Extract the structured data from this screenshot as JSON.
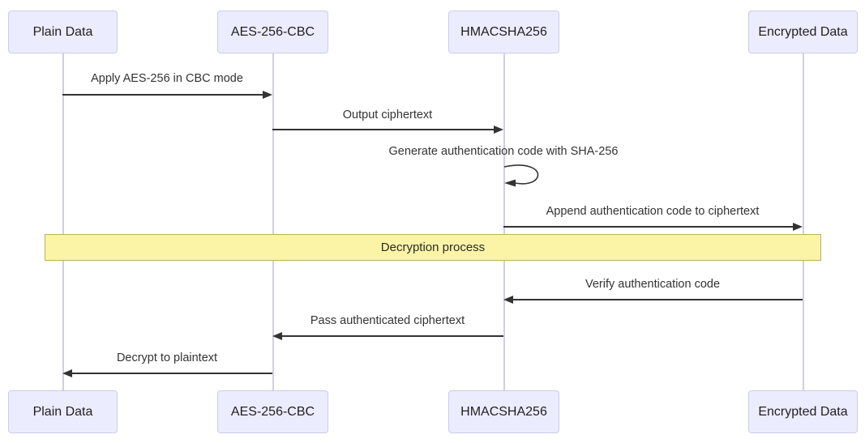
{
  "diagram": {
    "type": "sequence-diagram",
    "actors": [
      {
        "id": "plain-data",
        "label": "Plain Data"
      },
      {
        "id": "aes-256-cbc",
        "label": "AES-256-CBC"
      },
      {
        "id": "hmacsha256",
        "label": "HMACSHA256"
      },
      {
        "id": "encrypted-data",
        "label": "Encrypted Data"
      }
    ],
    "messages": [
      {
        "from": "Plain Data",
        "to": "AES-256-CBC",
        "label": "Apply AES-256 in CBC mode"
      },
      {
        "from": "AES-256-CBC",
        "to": "HMACSHA256",
        "label": "Output ciphertext"
      },
      {
        "from": "HMACSHA256",
        "to": "HMACSHA256",
        "label": "Generate authentication code with SHA-256",
        "self": true
      },
      {
        "from": "HMACSHA256",
        "to": "Encrypted Data",
        "label": "Append authentication code to ciphertext"
      },
      {
        "from": "Encrypted Data",
        "to": "HMACSHA256",
        "label": "Verify authentication code"
      },
      {
        "from": "HMACSHA256",
        "to": "AES-256-CBC",
        "label": "Pass authenticated ciphertext"
      },
      {
        "from": "AES-256-CBC",
        "to": "Plain Data",
        "label": "Decrypt to plaintext"
      }
    ],
    "section": {
      "label": "Decryption process"
    },
    "colors": {
      "actor_fill": "#ECECFF",
      "actor_border": "#CCCCE8",
      "lifeline": "#D2CDE6",
      "arrow": "#333333",
      "band_fill": "#FBF4A6",
      "band_border": "#AEB45E"
    }
  }
}
